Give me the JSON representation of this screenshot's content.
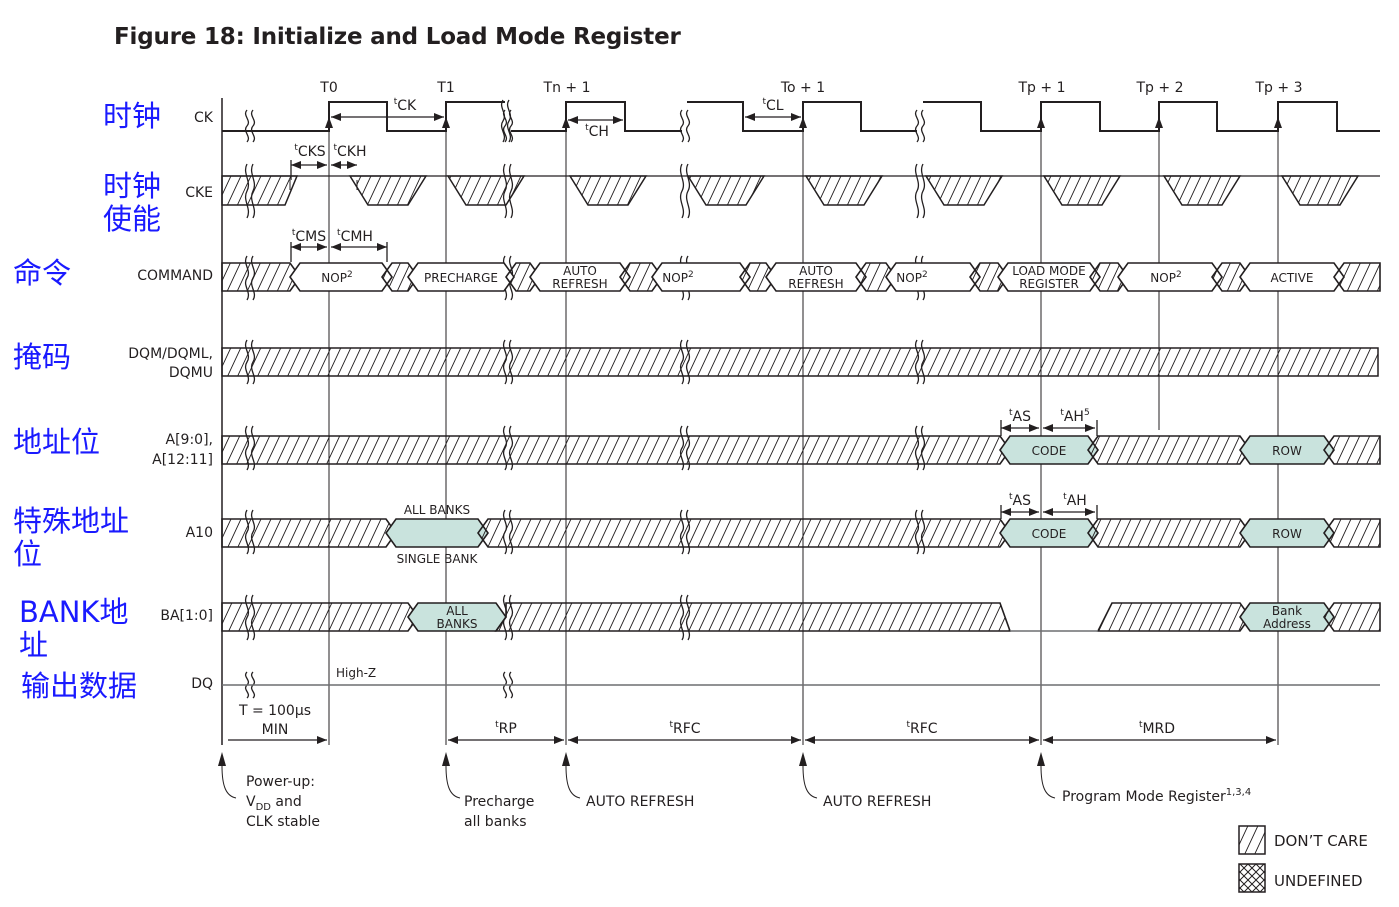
{
  "title": "Figure 18: Initialize and Load Mode Register",
  "colors": {
    "annotation_label": "#1a1aff",
    "valid_fill": "#c9e3dd",
    "line": "#231f20"
  },
  "clock_edges": [
    {
      "id": "T0",
      "label": "T0"
    },
    {
      "id": "T1",
      "label": "T1"
    },
    {
      "id": "Tn1",
      "label": "Tn + 1"
    },
    {
      "id": "To1",
      "label": "To + 1"
    },
    {
      "id": "Tp1",
      "label": "Tp + 1"
    },
    {
      "id": "Tp2",
      "label": "Tp + 2"
    },
    {
      "id": "Tp3",
      "label": "Tp + 3"
    }
  ],
  "signals": [
    {
      "id": "ck",
      "name": "CK",
      "annotation": [
        "时钟"
      ]
    },
    {
      "id": "cke",
      "name": "CKE",
      "annotation": [
        "时钟",
        "使能"
      ]
    },
    {
      "id": "command",
      "name": "COMMAND",
      "annotation": [
        "命令"
      ]
    },
    {
      "id": "dqm",
      "name": [
        "DQM/DQML,",
        "DQMU"
      ],
      "annotation": [
        "掩码"
      ]
    },
    {
      "id": "addr",
      "name": [
        "A[9:0],",
        "A[12:11]"
      ],
      "annotation": [
        "地址位"
      ]
    },
    {
      "id": "a10",
      "name": "A10",
      "annotation": [
        "特殊地址",
        "位"
      ]
    },
    {
      "id": "ba",
      "name": "BA[1:0]",
      "annotation": [
        "BANK地",
        "址"
      ]
    },
    {
      "id": "dq",
      "name": "DQ",
      "annotation": [
        "输出数据"
      ]
    }
  ],
  "commands": [
    {
      "label": "NOP",
      "sup": "2"
    },
    {
      "label": "PRECHARGE"
    },
    {
      "label": [
        "AUTO",
        "REFRESH"
      ]
    },
    {
      "label": "NOP",
      "sup": "2"
    },
    {
      "label": [
        "AUTO",
        "REFRESH"
      ]
    },
    {
      "label": "NOP",
      "sup": "2"
    },
    {
      "label": [
        "LOAD MODE",
        "REGISTER"
      ]
    },
    {
      "label": "NOP",
      "sup": "2"
    },
    {
      "label": "ACTIVE"
    }
  ],
  "address_values": {
    "addr_code": "CODE",
    "addr_row": "ROW",
    "a10_code": "CODE",
    "a10_row": "ROW",
    "a10_precharge_top": "ALL BANKS",
    "a10_precharge_bottom": "SINGLE BANK",
    "ba_precharge": [
      "ALL",
      "BANKS"
    ],
    "ba_active": [
      "Bank",
      "Address"
    ]
  },
  "timing_params": {
    "tCK": {
      "t": "t",
      "n": "CK"
    },
    "tCH": {
      "t": "t",
      "n": "CH"
    },
    "tCL": {
      "t": "t",
      "n": "CL"
    },
    "tCKS": {
      "t": "t",
      "n": "CKS"
    },
    "tCKH": {
      "t": "t",
      "n": "CKH"
    },
    "tCMS": {
      "t": "t",
      "n": "CMS"
    },
    "tCMH": {
      "t": "t",
      "n": "CMH"
    },
    "tAS_addr": {
      "t": "t",
      "n": "AS"
    },
    "tAH_addr": {
      "t": "t",
      "n": "AH",
      "sup": "5"
    },
    "tAS_a10": {
      "t": "t",
      "n": "AS"
    },
    "tAH_a10": {
      "t": "t",
      "n": "AH"
    },
    "tRP": {
      "t": "t",
      "n": "RP"
    },
    "tRFC1": {
      "t": "t",
      "n": "RFC"
    },
    "tRFC2": {
      "t": "t",
      "n": "RFC"
    },
    "tMRD": {
      "t": "t",
      "n": "MRD"
    }
  },
  "dq_state": "High-Z",
  "power_up_interval": [
    "T = 100µs",
    "MIN"
  ],
  "events": [
    {
      "lines": [
        "Power-up:",
        "V_DD and",
        "CLK stable"
      ]
    },
    {
      "lines": [
        "Precharge",
        "all banks"
      ]
    },
    {
      "lines": [
        "AUTO REFRESH"
      ]
    },
    {
      "lines": [
        "AUTO REFRESH"
      ]
    },
    {
      "lines": [
        "Program Mode Register"
      ],
      "sup": "1,3,4"
    }
  ],
  "legend": [
    {
      "pattern": "hatch",
      "label": "DON’T CARE"
    },
    {
      "pattern": "crosshatch",
      "label": "UNDEFINED"
    }
  ]
}
